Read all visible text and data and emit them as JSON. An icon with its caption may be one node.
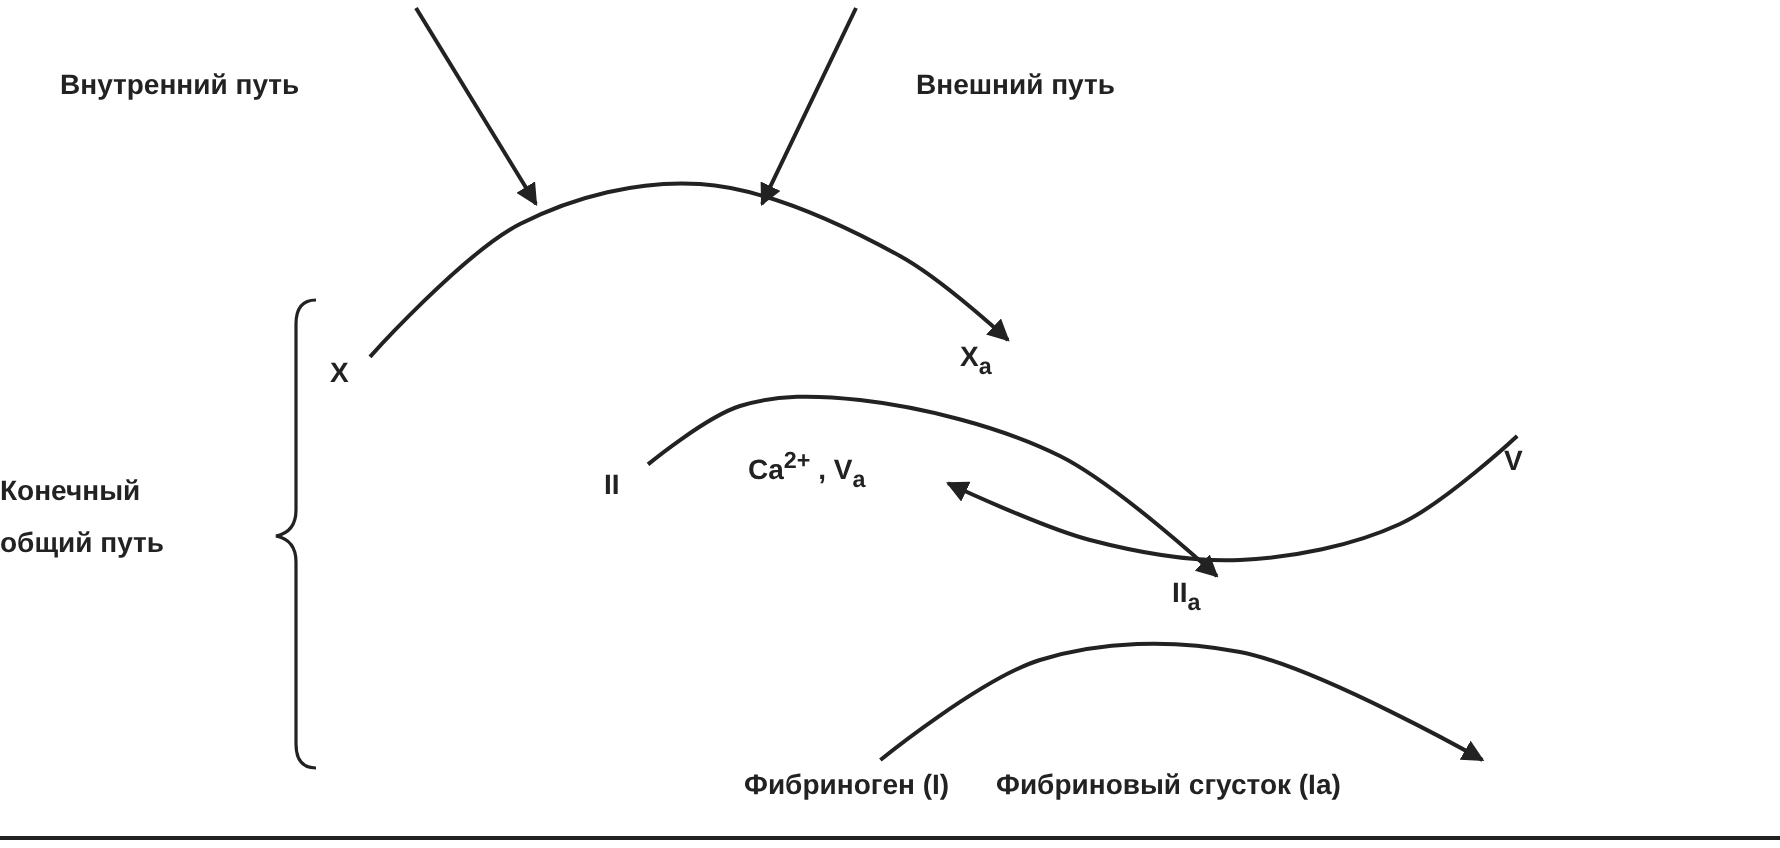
{
  "diagram": {
    "nodes": [
      {
        "text": [
          "X"
        ]
      },
      {
        "text": [
          "X$_{a}$"
        ]
      },
      {
        "text": [
          "II"
        ]
      },
      {
        "text": [
          "Ca$^{2+}$ , V$_{a}$"
        ]
      },
      {
        "text": [
          "V"
        ]
      },
      {
        "text": [
          "II$_{a}$"
        ]
      },
      {
        "text": [
          "Фибриноген (I)"
        ]
      },
      {
        "text": [
          "Фибриновый сгусток (Ia)"
        ]
      }
    ],
    "edges": [
      {
        "from": 0,
        "to": 1,
        "arrow": "to"
      },
      {
        "from": 2,
        "to": 5,
        "arrow": "to"
      },
      {
        "from": 4,
        "to": 3,
        "arrow": "to"
      },
      {
        "from": 6,
        "to": 7,
        "arrow": "to"
      }
    ],
    "labels": [
      "Внутренний путь",
      "Внешний путь",
      "Конечный общий путь"
    ]
  }
}
